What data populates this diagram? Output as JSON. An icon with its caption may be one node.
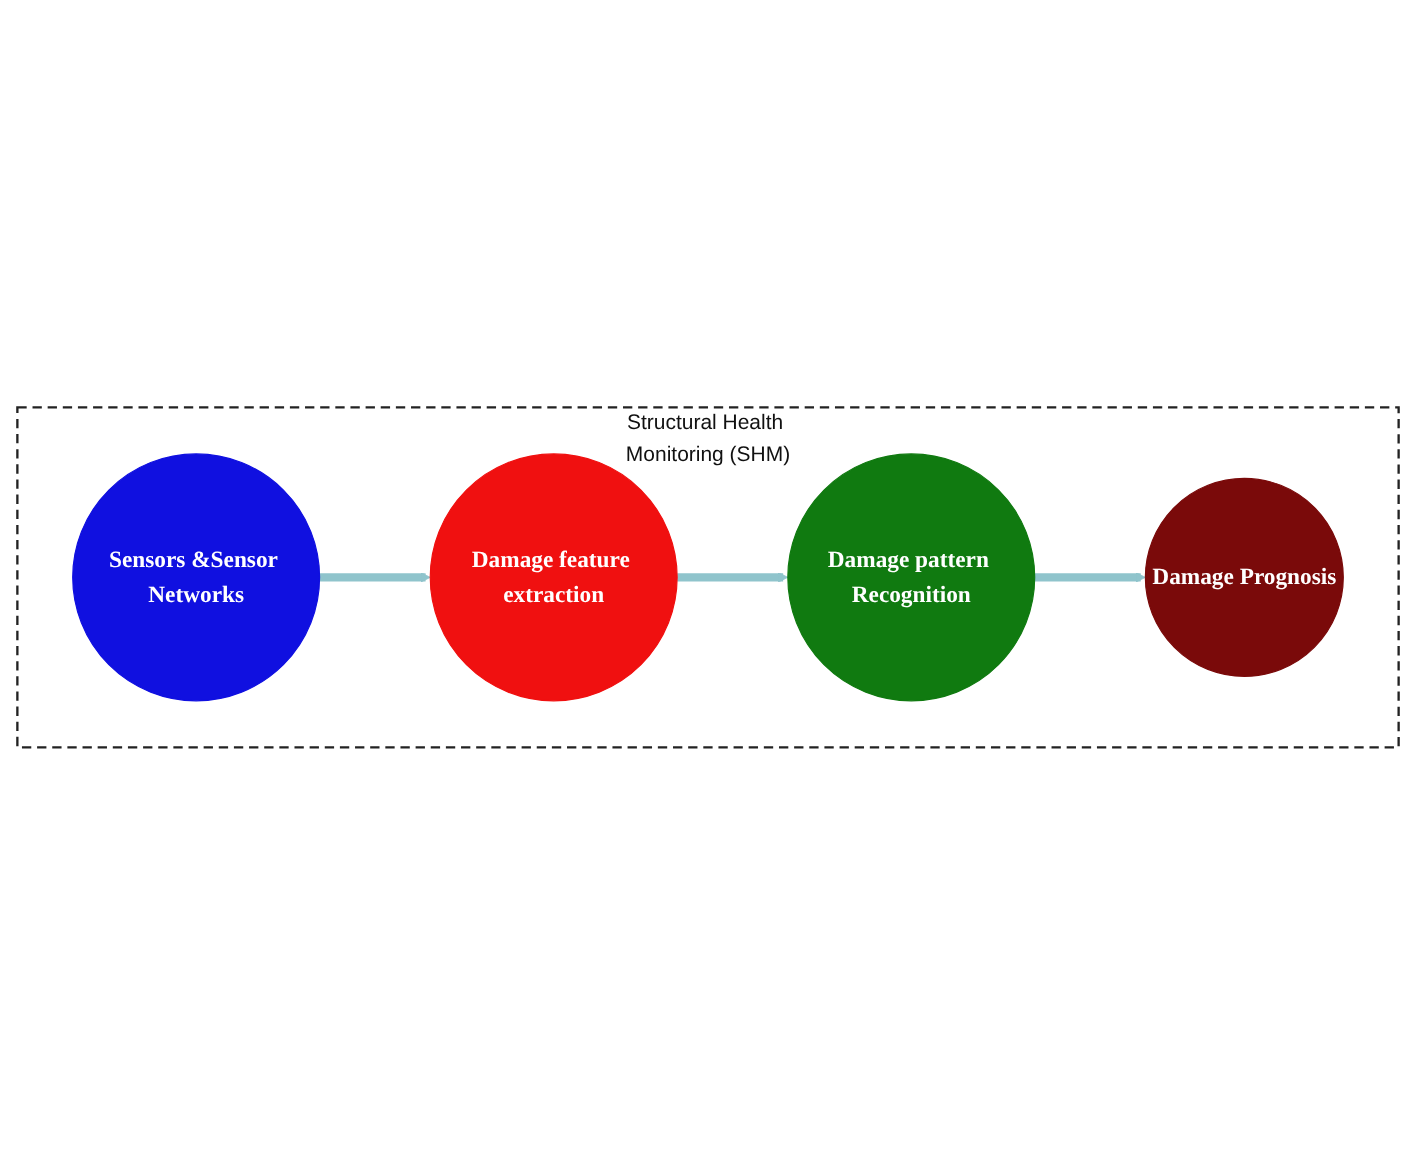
{
  "diagram": {
    "nodes": [
      {
        "text": [
          "Structural Health Monitoring (SHM)"
        ]
      },
      {
        "text": [
          "Sensors &Sensor Networks"
        ],
        "in": 0
      },
      {
        "text": [
          "Damage feature extraction"
        ],
        "in": 0
      },
      {
        "text": [
          "Damage pattern Recognition"
        ],
        "in": 0
      },
      {
        "text": [
          "Damage Prognosis"
        ],
        "in": 0
      }
    ],
    "edges": [
      {
        "from": 1,
        "to": 2,
        "arrow": "to"
      },
      {
        "from": 2,
        "to": 3,
        "arrow": "to"
      },
      {
        "from": 3,
        "to": 4,
        "arrow": "to"
      }
    ]
  }
}
